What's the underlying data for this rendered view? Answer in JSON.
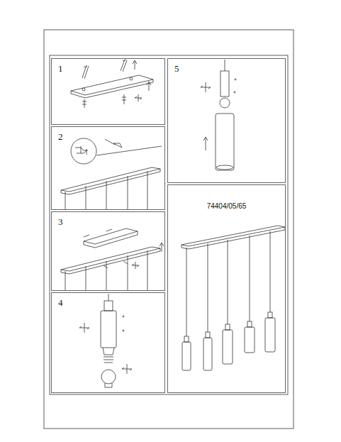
{
  "diagram": {
    "nodes": [
      {
        "text": [
          "1"
        ]
      },
      {
        "text": [
          "2"
        ]
      },
      {
        "text": [
          "3"
        ]
      },
      {
        "text": [
          "4"
        ]
      },
      {
        "text": [
          "5"
        ]
      },
      {
        "text": [
          "74404/05/65"
        ]
      }
    ]
  }
}
